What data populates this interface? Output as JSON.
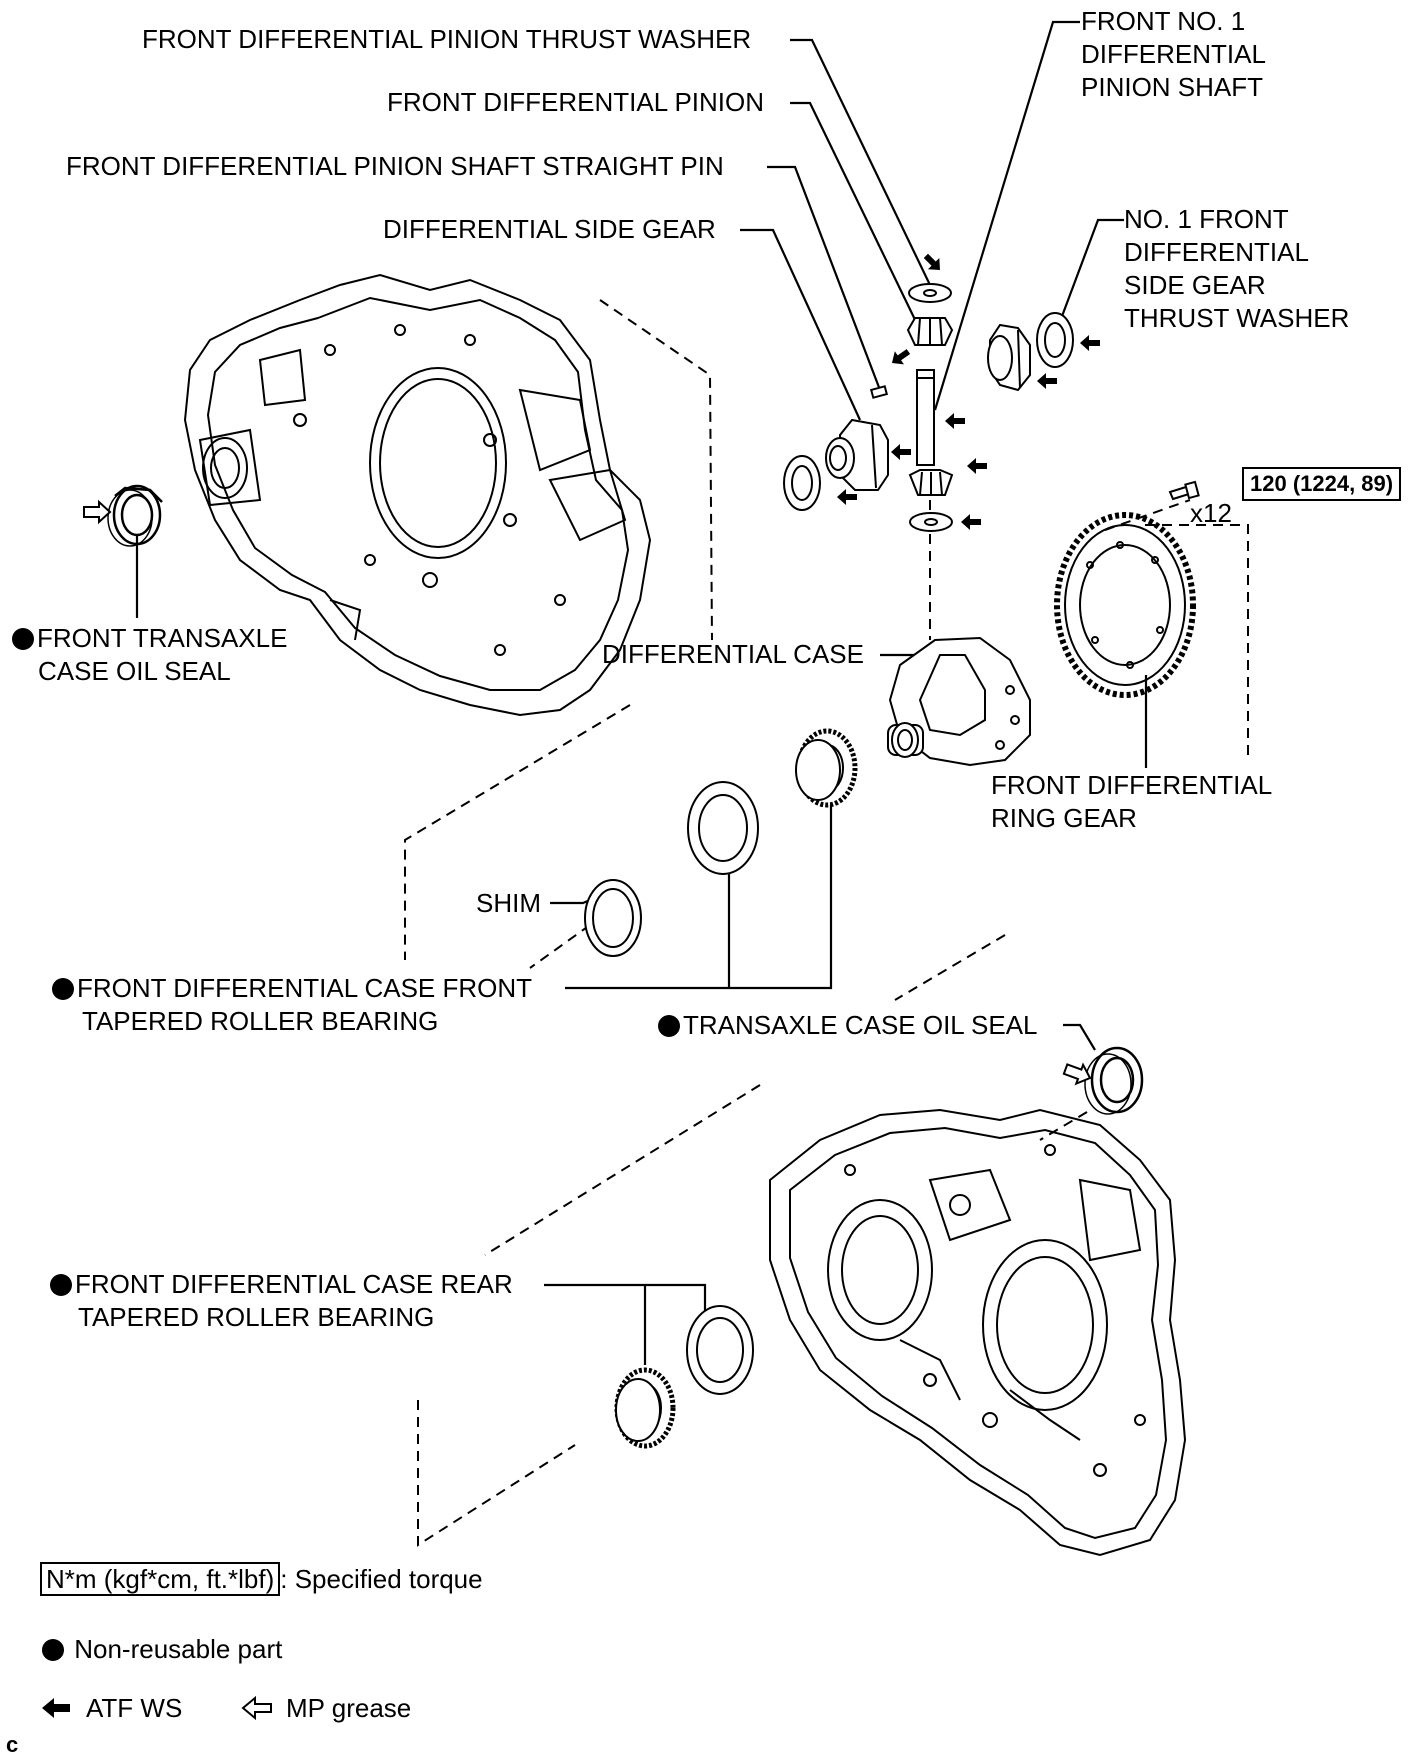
{
  "labels": {
    "thrust_washer": "FRONT DIFFERENTIAL PINION THRUST WASHER",
    "pinion": "FRONT DIFFERENTIAL PINION",
    "straight_pin": "FRONT DIFFERENTIAL PINION SHAFT STRAIGHT PIN",
    "side_gear": "DIFFERENTIAL SIDE GEAR",
    "pinion_shaft": [
      "FRONT NO. 1",
      "DIFFERENTIAL",
      "PINION SHAFT"
    ],
    "side_gear_washer": [
      "NO. 1 FRONT",
      "DIFFERENTIAL",
      "SIDE GEAR",
      "THRUST WASHER"
    ],
    "front_oil_seal": [
      "FRONT TRANSAXLE",
      "CASE OIL SEAL"
    ],
    "diff_case": "DIFFERENTIAL CASE",
    "ring_gear": [
      "FRONT DIFFERENTIAL",
      "RING GEAR"
    ],
    "shim": "SHIM",
    "front_bearing": [
      "FRONT DIFFERENTIAL CASE FRONT",
      "TAPERED ROLLER BEARING"
    ],
    "transaxle_oil_seal": "TRANSAXLE CASE OIL SEAL",
    "rear_bearing": [
      "FRONT DIFFERENTIAL CASE REAR",
      "TAPERED ROLLER BEARING"
    ]
  },
  "torque": {
    "value": "120 (1224, 89)",
    "quantity": "x12"
  },
  "legend": {
    "torque_unit": "N*m (kgf*cm, ft.*lbf)",
    "torque_desc": ": Specified torque",
    "non_reusable": "Non-reusable part",
    "atf": "ATF WS",
    "mp": "MP grease"
  },
  "corner_mark": "c",
  "icons": {
    "non_reusable": "filled-circle-icon",
    "atf": "solid-arrow-icon",
    "mp": "hollow-arrow-icon"
  },
  "colors": {
    "ink": "#000000",
    "background": "#ffffff"
  }
}
